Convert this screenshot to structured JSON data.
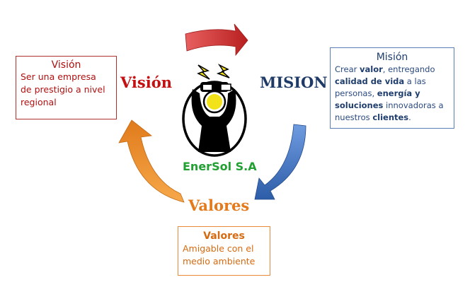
{
  "vision_box": {
    "title": "Visión",
    "lines": [
      "Ser una empresa",
      "de prestigio a nivel",
      "regional"
    ]
  },
  "mision_box": {
    "title": "Misión",
    "segments": [
      {
        "t": "Crear ",
        "b": false
      },
      {
        "t": "valor",
        "b": true
      },
      {
        "t": ", entregando ",
        "b": false
      },
      {
        "t": "calidad de vida",
        "b": true
      },
      {
        "t": " a las personas, ",
        "b": false
      },
      {
        "t": "energía y soluciones",
        "b": true
      },
      {
        "t": " innovadoras a nuestros ",
        "b": false
      },
      {
        "t": "clientes",
        "b": true
      },
      {
        "t": ".",
        "b": false
      }
    ]
  },
  "valores_box": {
    "title": "Valores",
    "lines": [
      "Amigable con el",
      "medio ambiente"
    ]
  },
  "labels": {
    "vision": "Visión",
    "mision": "MISION",
    "valores": "Valores"
  },
  "company": "EnerSol S.A",
  "colors": {
    "red_arrow": "#c62b2b",
    "blue_arrow": "#3f74c2",
    "orange_arrow": "#f09030",
    "green_text": "#22a032"
  },
  "icons": [
    "lightning-bolt-icon",
    "lightbulb-person-icon",
    "plug-icon"
  ]
}
